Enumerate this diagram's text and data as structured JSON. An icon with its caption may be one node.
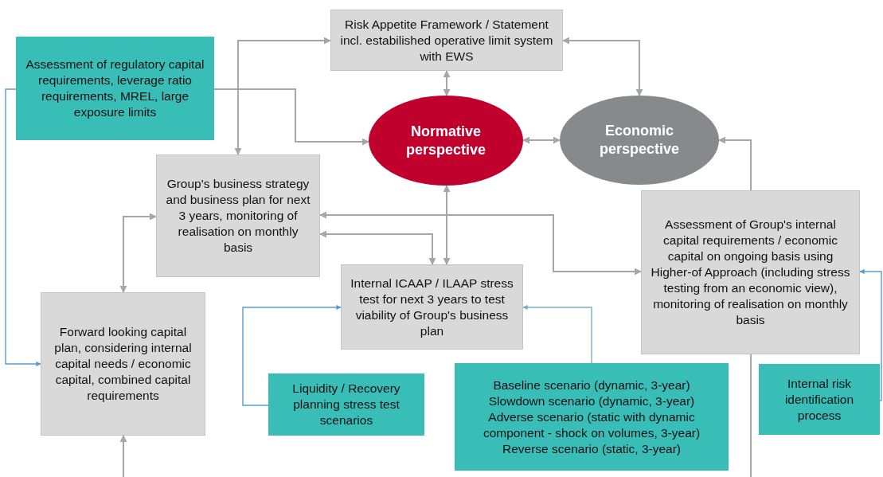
{
  "diagram": {
    "nodes": [
      {
        "text": [
          "Risk Appetite Framework / Statement incl. estabilished operative limit system with EWS"
        ]
      },
      {
        "text": [
          "Assessment of regulatory capital requirements, leverage ratio requirements, MREL, large exposure limits"
        ]
      },
      {
        "text": [
          "Normative perspective"
        ]
      },
      {
        "text": [
          "Economic perspective"
        ]
      },
      {
        "text": [
          "Group's business strategy and business plan for next 3 years, monitoring of realisation on monthly basis"
        ]
      },
      {
        "text": [
          "Assessment of Group's internal capital requirements / economic capital on ongoing basis using Higher-of Approach (including stress testing from an economic view), monitoring of realisation on monthly basis"
        ]
      },
      {
        "text": [
          "Internal ICAAP / ILAAP stress test for next 3 years to test viability of Group's business plan"
        ]
      },
      {
        "text": [
          "Forward looking capital plan, considering internal capital needs / economic capital, combined capital requirements"
        ]
      },
      {
        "text": [
          "Liquidity / Recovery planning stress test scenarios"
        ]
      },
      {
        "text": [
          "Baseline scenario (dynamic, 3-year)",
          "Slowdown scenario (dynamic, 3-year)",
          "Adverse scenario (static with dynamic component - shock on volumes, 3-year)",
          "Reverse scenario (static, 3-year)"
        ]
      },
      {
        "text": [
          "Internal risk identification process"
        ]
      }
    ],
    "edges": [
      {
        "from": 0,
        "to": 4,
        "arrow": "both"
      },
      {
        "from": 0,
        "to": 2,
        "arrow": "both"
      },
      {
        "from": 0,
        "to": 3,
        "arrow": "both"
      },
      {
        "from": 1,
        "to": 2,
        "arrow": "to"
      },
      {
        "from": 2,
        "to": 3,
        "arrow": "both"
      },
      {
        "from": 5,
        "to": 3,
        "arrow": "to"
      },
      {
        "from": 2,
        "to": 6,
        "arrow": "both"
      },
      {
        "from": 4,
        "to": 6,
        "arrow": "both"
      },
      {
        "from": 4,
        "to": 5,
        "arrow": "both"
      },
      {
        "from": 4,
        "to": 7,
        "arrow": "both"
      },
      {
        "from": null,
        "to": 7,
        "arrow": "to"
      },
      {
        "from": 1,
        "to": 7,
        "arrow": "to",
        "color": "#5b9bd5"
      },
      {
        "from": 8,
        "to": 6,
        "arrow": "to",
        "color": "#5b9bd5"
      },
      {
        "from": 9,
        "to": 6,
        "arrow": "to",
        "color": "#7aaec4"
      },
      {
        "from": 10,
        "to": 5,
        "arrow": "to",
        "color": "#5b9bd5"
      },
      {
        "from": 5,
        "to": null,
        "arrow": "none"
      }
    ]
  }
}
